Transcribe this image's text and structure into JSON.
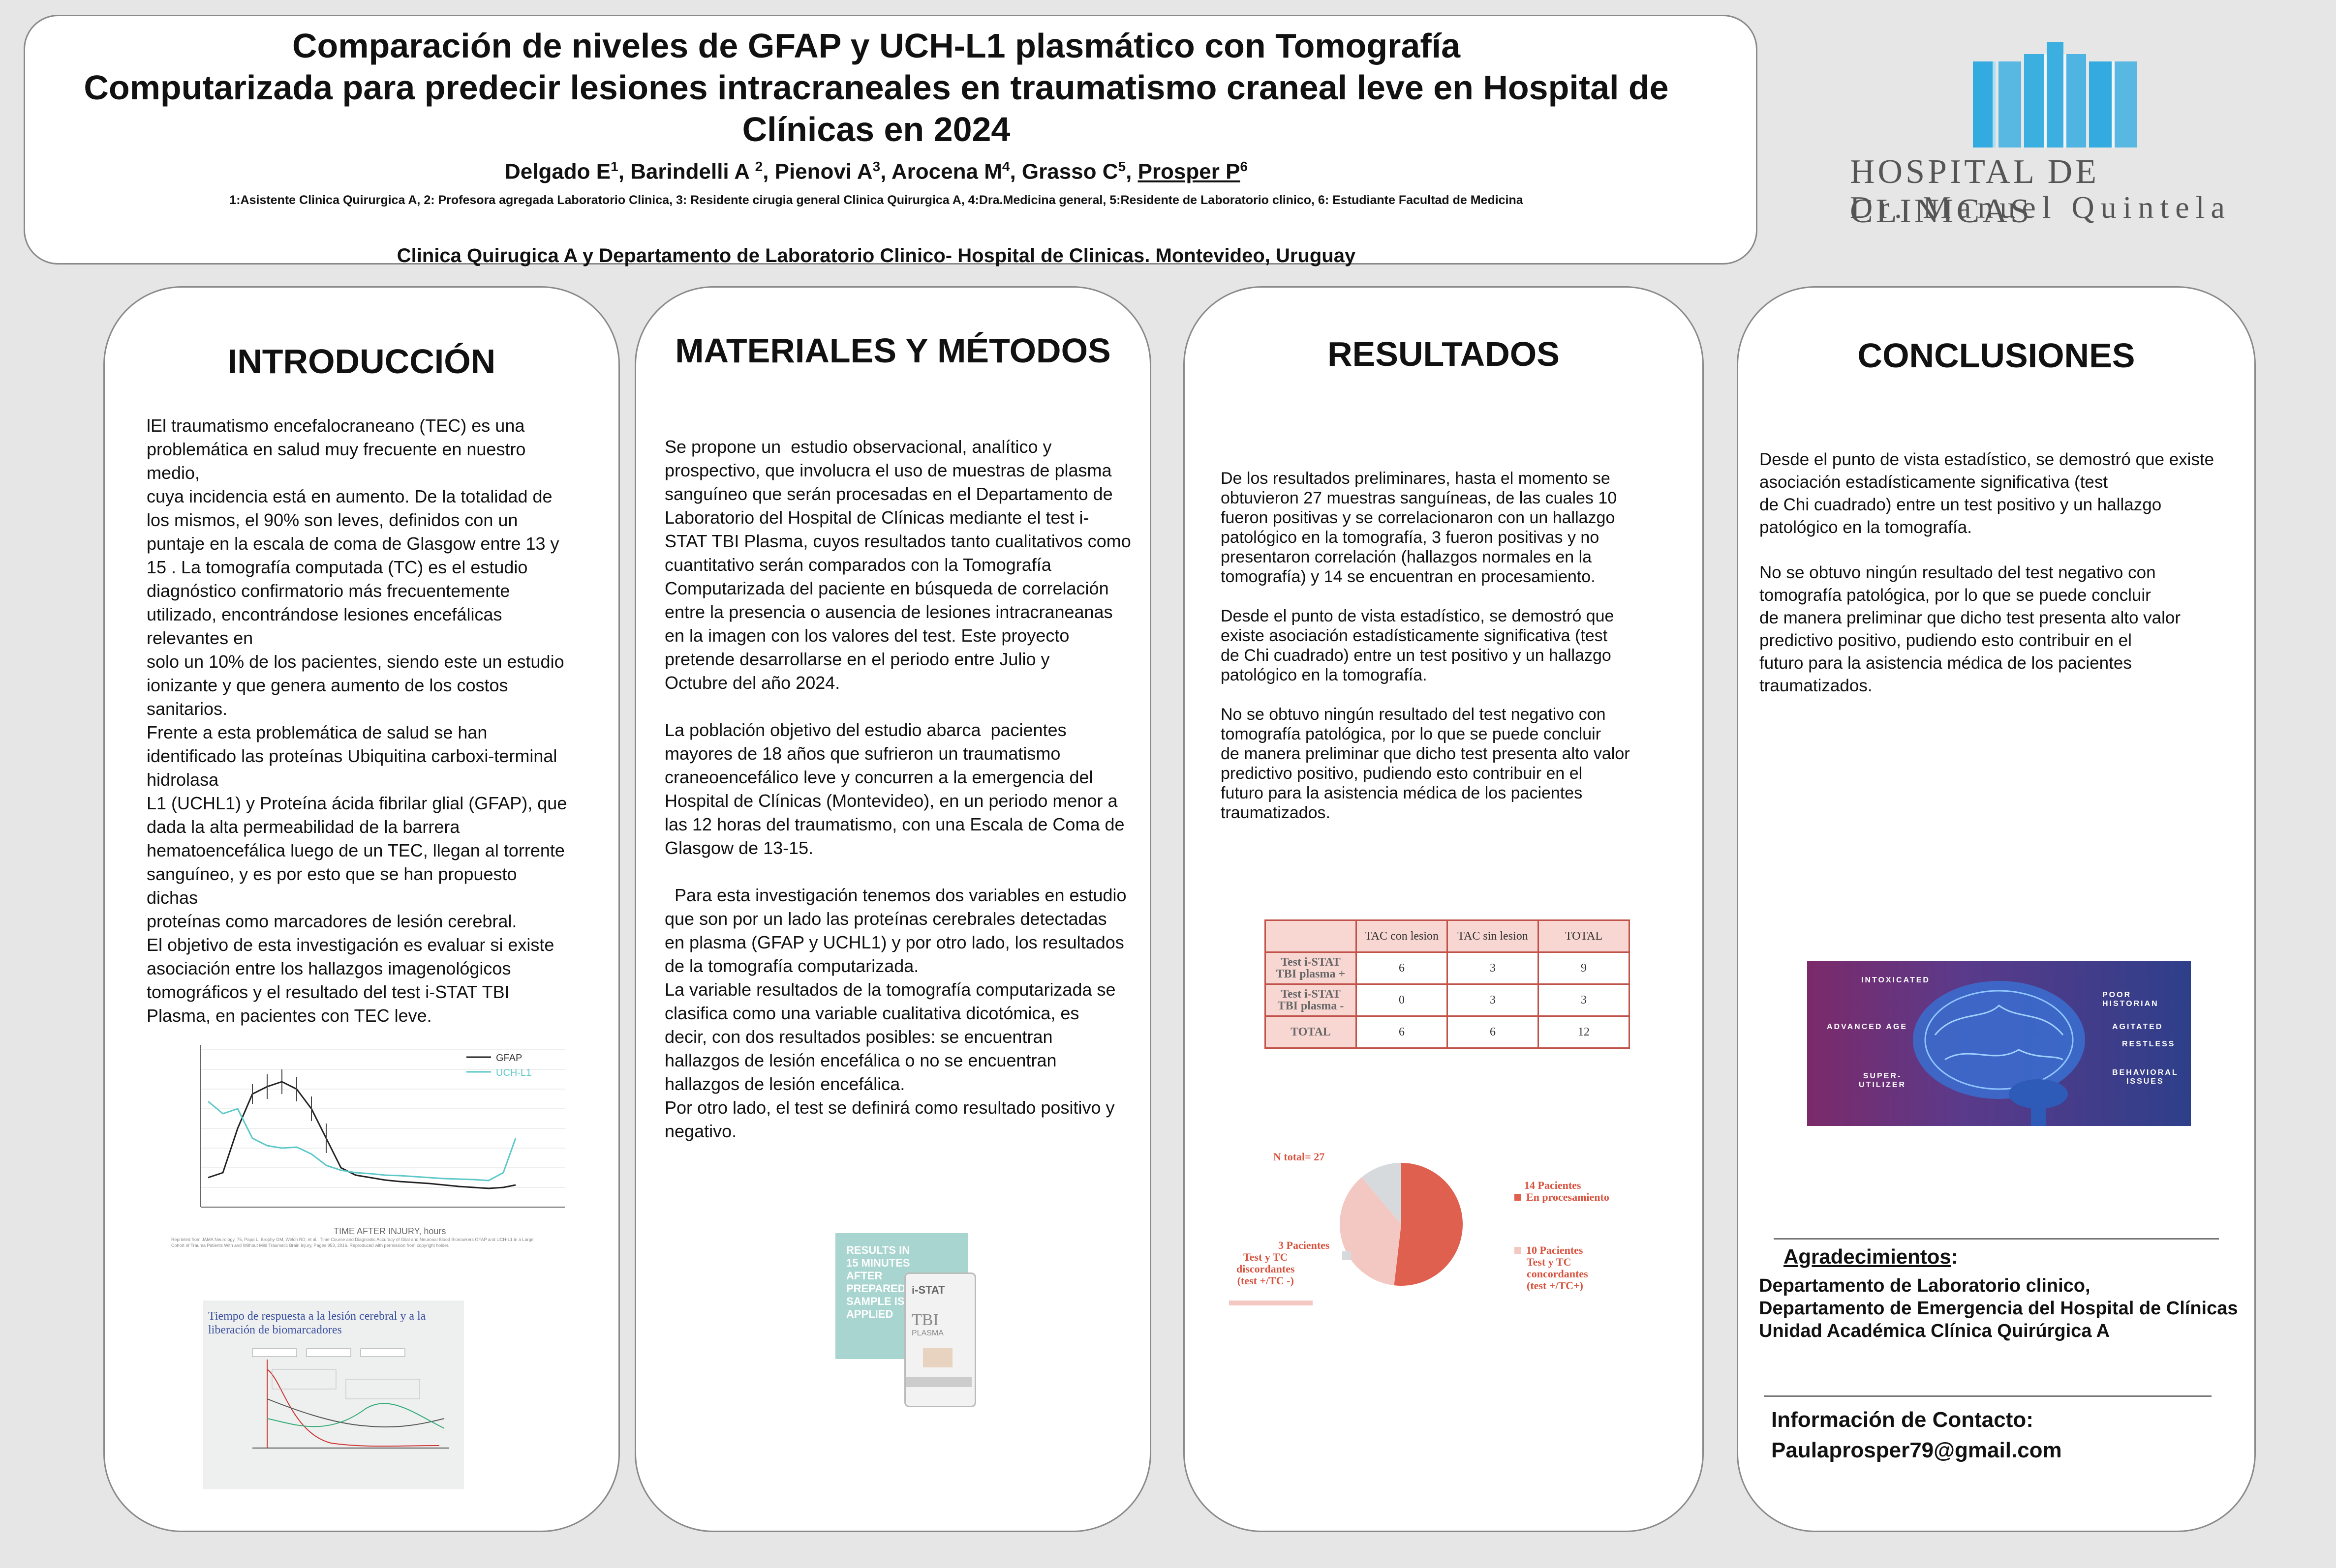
{
  "header": {
    "title_line1": "Comparación de niveles de GFAP y UCH-L1 plasmático con Tomografía",
    "title_line2": "Computarizada para predecir lesiones intracraneales en traumatismo craneal leve en Hospital de",
    "title_line3": "Clínicas en 2024",
    "authors": [
      {
        "name": "Delgado E",
        "sup": "1"
      },
      {
        "name": "Barindelli A ",
        "sup": "2"
      },
      {
        "name": "Pienovi A",
        "sup": "3"
      },
      {
        "name": "Arocena M",
        "sup": "4"
      },
      {
        "name": "Grasso C",
        "sup": "5"
      },
      {
        "name": "Prosper P",
        "sup": "6"
      }
    ],
    "affiliations": "1:Asistente Clinica Quirurgica A, 2: Profesora agregada Laboratorio Clinica, 3: Residente cirugia general Clinica Quirurgica A, 4:Dra.Medicina general, 5:Residente de Laboratorio clinico, 6: Estudiante Facultad de Medicina",
    "institution": "Clinica Quirugica A y Departamento de Laboratorio Clinico- Hospital de Clinicas. Montevideo, Uruguay"
  },
  "logo": {
    "line1": "HOSPITAL DE CLINICAS",
    "line2": "Dr. Manuel Quintela",
    "color": "#29a8e0"
  },
  "intro": {
    "title": "INTRODUCCIÓN",
    "text": "lEl traumatismo encefalocraneano (TEC) es una\nproblemática en salud muy frecuente en nuestro\nmedio,\ncuya incidencia está en aumento. De la totalidad de\nlos mismos, el 90% son leves, definidos con un\npuntaje en la escala de coma de Glasgow entre 13 y\n15 . La tomografía computada (TC) es el estudio\ndiagnóstico confirmatorio más frecuentemente\nutilizado, encontrándose lesiones encefálicas\nrelevantes en\nsolo un 10% de los pacientes, siendo este un estudio\nionizante y que genera aumento de los costos\nsanitarios.\nFrente a esta problemática de salud se han\nidentificado las proteínas Ubiquitina carboxi-terminal\nhidrolasa\nL1 (UCHL1) y Proteína ácida fibrilar glial (GFAP), que\ndada la alta permeabilidad de la barrera\nhematoencefálica luego de un TEC, llegan al torrente\nsanguíneo, y es por esto que se han propuesto\ndichas\nproteínas como marcadores de lesión cerebral.\nEl objetivo de esta investigación es evaluar si existe\nasociación entre los hallazgos imagenológicos\ntomográficos y el resultado del test i-STAT TBI\nPlasma, en pacientes con TEC leve."
  },
  "intro_figure1": {
    "legend_gfap": "GFAP",
    "legend_uchl1": "UCH-L1",
    "xlabel": "TIME AFTER INJURY, hours",
    "caption": "Reprinted from JAMA Neurology, 75, Papa L, Brophy GM, Welch RD, et al., Time Course and Diagnostic Accuracy of Glial and Neuronal Blood Biomarkers GFAP and UCH-L1 in a Large Cohort of Trauma Patients With and Without Mild Traumatic Brain Injury, Pages 953, 2016. Reproduced with permission from copyright holder.",
    "gfap_color": "#222222",
    "uchl1_color": "#5cc8c8"
  },
  "intro_figure2": {
    "title_line1": "Tiempo de respuesta a la lesión cerebral y a la",
    "title_line2": "liberación de biomarcadores",
    "title_color": "#3a4fa0"
  },
  "methods": {
    "title": "MATERIALES Y MÉTODOS",
    "text": "Se propone un  estudio observacional, analítico y\nprospectivo, que involucra el uso de muestras de plasma\nsanguíneo que serán procesadas en el Departamento de\nLaboratorio del Hospital de Clínicas mediante el test i-\nSTAT TBI Plasma, cuyos resultados tanto cualitativos como\ncuantitativo serán comparados con la Tomografía\nComputarizada del paciente en búsqueda de correlación\nentre la presencia o ausencia de lesiones intracraneanas\nen la imagen con los valores del test. Este proyecto\npretende desarrollarse en el periodo entre Julio y\nOctubre del año 2024.\n\nLa población objetivo del estudio abarca  pacientes\nmayores de 18 años que sufrieron un traumatismo\ncraneoencefálico leve y concurren a la emergencia del\nHospital de Clínicas (Montevideo), en un periodo menor a\nlas 12 horas del traumatismo, con una Escala de Coma de\nGlasgow de 13-15.\n\n  Para esta investigación tenemos dos variables en estudio\nque son por un lado las proteínas cerebrales detectadas\nen plasma (GFAP y UCHL1) y por otro lado, los resultados\nde la tomografía computarizada.\nLa variable resultados de la tomografía computarizada se\nclasifica como una variable cualitativa dicotómica, es\ndecir, con dos resultados posibles: se encuentran\nhallazgos de lesión encefálica o no se encuentran\nhallazgos de lesión encefálica.\nPor otro lado, el test se definirá como resultado positivo y\nnegativo."
  },
  "istat_figure": {
    "panel_text": "RESULTS IN\n15 MINUTES\nAFTER\nPREPARED\nSAMPLE IS\nAPPLIED",
    "brand": "i-STAT",
    "device_line1": "TBI",
    "device_line2": "PLASMA",
    "panel_color": "#a8d5d0"
  },
  "results": {
    "title": "RESULTADOS",
    "text": "De los resultados preliminares, hasta el momento se\nobtuvieron 27 muestras sanguíneas, de las cuales 10\nfueron positivas y se correlacionaron con un hallazgo\npatológico en la tomografía, 3 fueron positivas y no\npresentaron correlación (hallazgos normales en la\ntomografía) y 14 se encuentran en procesamiento.\n\nDesde el punto de vista estadístico, se demostró que\nexiste asociación estadísticamente significativa (test\nde Chi cuadrado) entre un test positivo y un hallazgo\npatológico en la tomografía.\n\nNo se obtuvo ningún resultado del test negativo con\ntomografía patológica, por lo que se puede concluir\nde manera preliminar que dicho test presenta alto valor\npredictivo positivo, pudiendo esto contribuir en el\nfuturo para la asistencia médica de los pacientes\ntraumatizados."
  },
  "table": {
    "headers": [
      "",
      "TAC con lesion",
      "TAC sin lesion",
      "TOTAL"
    ],
    "rows": [
      {
        "label": "Test i-STAT\nTBI plasma +",
        "c1": "6",
        "c2": "3",
        "c3": "9"
      },
      {
        "label": "Test i-STAT\nTBI plasma -",
        "c1": "0",
        "c2": "3",
        "c3": "3"
      },
      {
        "label": "TOTAL",
        "c1": "6",
        "c2": "6",
        "c3": "12"
      }
    ]
  },
  "chart_data": {
    "type": "pie",
    "title": "N total= 27",
    "slices": [
      {
        "label_count": "14 Pacientes",
        "label": "En procesamiento",
        "value": 14,
        "color": "#e06050"
      },
      {
        "label_count": "10 Pacientes",
        "label": "Test y TC\nconcordantes\n(test +/TC+)",
        "value": 10,
        "color": "#f4c8c2"
      },
      {
        "label_count": "3 Pacientes",
        "label": "Test y TC\ndiscordantes\n(test +/TC -)",
        "value": 3,
        "color": "#d7dadd"
      }
    ]
  },
  "conclusions": {
    "title": "CONCLUSIONES",
    "text": "Desde el punto de vista estadístico, se demostró que existe\nasociación estadísticamente significativa (test\nde Chi cuadrado) entre un test positivo y un hallazgo\npatológico en la tomografía.\n\nNo se obtuvo ningún resultado del test negativo con\ntomografía patológica, por lo que se puede concluir\nde manera preliminar que dicho test presenta alto valor\npredictivo positivo, pudiendo esto contribuir en el\nfuturo para la asistencia médica de los pacientes\ntraumatizados."
  },
  "brain_figure": {
    "labels": [
      "INTOXICATED",
      "POOR HISTORIAN",
      "ADVANCED AGE",
      "AGITATED",
      "RESTLESS",
      "SUPER-\nUTILIZER",
      "BEHAVIORAL\nISSUES"
    ]
  },
  "acknowledgements": {
    "title": "Agradecimientos",
    "colon": ":",
    "text": "Departamento de Laboratorio clinico,\nDepartamento de Emergencia del Hospital de Clínicas\nUnidad Académica Clínica Quirúrgica A"
  },
  "contact": {
    "title": "Información de Contacto:",
    "email": "Paulaprosper79@gmail.com"
  }
}
